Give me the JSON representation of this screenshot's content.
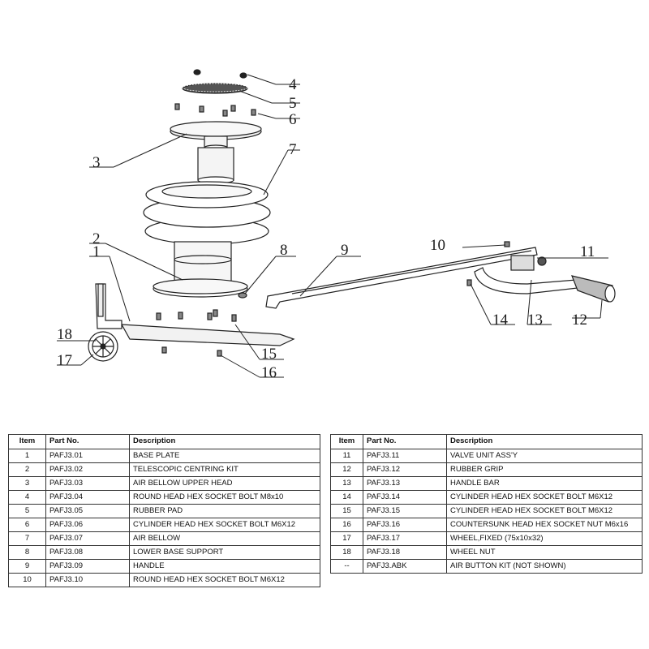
{
  "callouts": [
    "1",
    "2",
    "3",
    "4",
    "5",
    "6",
    "7",
    "8",
    "9",
    "10",
    "11",
    "12",
    "13",
    "14",
    "15",
    "16",
    "17",
    "18"
  ],
  "table": {
    "headers": {
      "item": "Item",
      "part_no": "Part No.",
      "description": "Description"
    },
    "left_rows": [
      {
        "item": "1",
        "part_no": "PAFJ3.01",
        "description": "BASE PLATE"
      },
      {
        "item": "2",
        "part_no": "PAFJ3.02",
        "description": "TELESCOPIC CENTRING KIT"
      },
      {
        "item": "3",
        "part_no": "PAFJ3.03",
        "description": "AIR BELLOW UPPER HEAD"
      },
      {
        "item": "4",
        "part_no": "PAFJ3.04",
        "description": "ROUND HEAD HEX SOCKET BOLT M8x10"
      },
      {
        "item": "5",
        "part_no": "PAFJ3.05",
        "description": "RUBBER PAD"
      },
      {
        "item": "6",
        "part_no": "PAFJ3.06",
        "description": "CYLINDER HEAD HEX SOCKET BOLT M6X12"
      },
      {
        "item": "7",
        "part_no": "PAFJ3.07",
        "description": "AIR BELLOW"
      },
      {
        "item": "8",
        "part_no": "PAFJ3.08",
        "description": "LOWER BASE SUPPORT"
      },
      {
        "item": "9",
        "part_no": "PAFJ3.09",
        "description": "HANDLE"
      },
      {
        "item": "10",
        "part_no": "PAFJ3.10",
        "description": "ROUND HEAD HEX SOCKET BOLT M6X12"
      }
    ],
    "right_rows": [
      {
        "item": "11",
        "part_no": "PAFJ3.11",
        "description": "VALVE UNIT ASS'Y"
      },
      {
        "item": "12",
        "part_no": "PAFJ3.12",
        "description": "RUBBER GRIP"
      },
      {
        "item": "13",
        "part_no": "PAFJ3.13",
        "description": "HANDLE BAR"
      },
      {
        "item": "14",
        "part_no": "PAFJ3.14",
        "description": "CYLINDER HEAD HEX SOCKET BOLT M6X12"
      },
      {
        "item": "15",
        "part_no": "PAFJ3.15",
        "description": "CYLINDER HEAD HEX SOCKET BOLT M6X12"
      },
      {
        "item": "16",
        "part_no": "PAFJ3.16",
        "description": "COUNTERSUNK HEAD HEX SOCKET NUT M6x16"
      },
      {
        "item": "17",
        "part_no": "PAFJ3.17",
        "description": "WHEEL,FIXED (75x10x32)"
      },
      {
        "item": "18",
        "part_no": "PAFJ3.18",
        "description": "WHEEL NUT"
      },
      {
        "item": "--",
        "part_no": "PAFJ3.ABK",
        "description": "AIR BUTTON KIT (NOT SHOWN)"
      }
    ]
  }
}
